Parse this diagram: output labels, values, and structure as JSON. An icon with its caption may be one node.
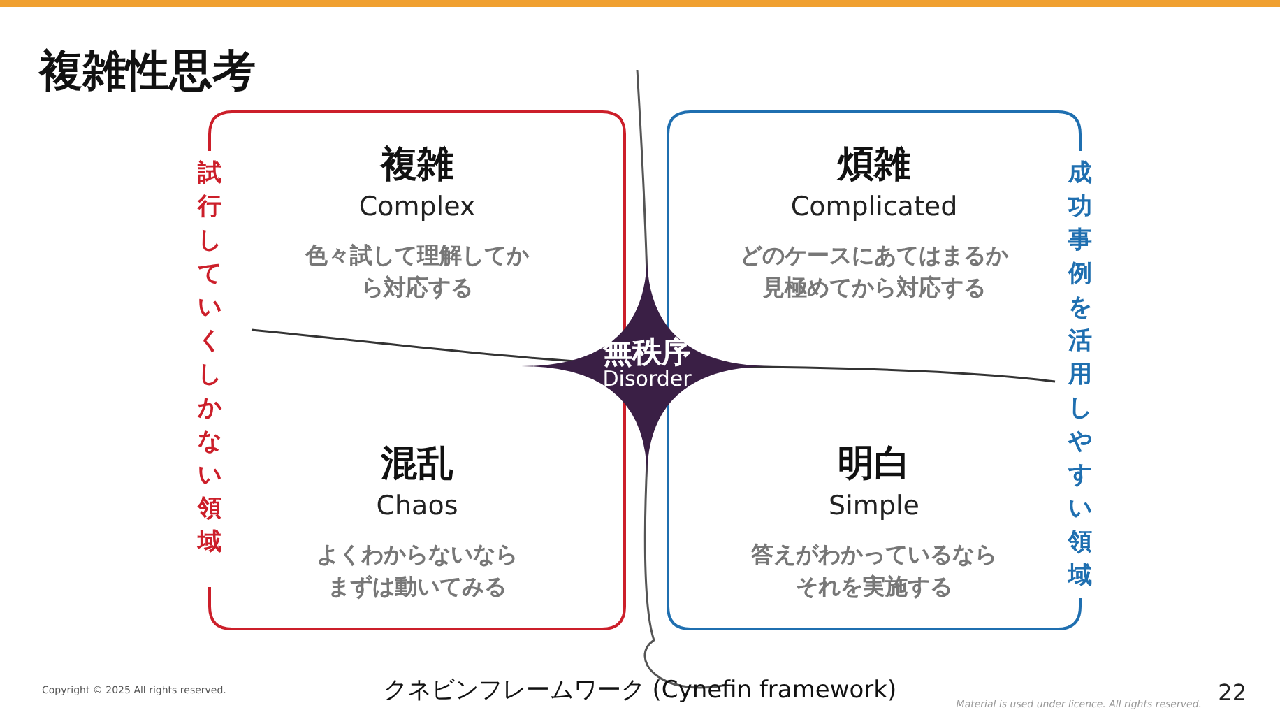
{
  "diagram": {
    "title": "複雑性思考",
    "caption": "クネビンフレームワーク (Cynefin framework)",
    "nodes": [
      {
        "text": [
          "試行していくしかない領域"
        ]
      },
      {
        "text": [
          "複雑",
          "Complex",
          "色々試して理解してから対応する"
        ],
        "in": 0
      },
      {
        "text": [
          "混乱",
          "Chaos",
          "よくわからないならまずは動いてみる"
        ],
        "in": 0
      },
      {
        "text": [
          "成功事例を活用しやすい領域"
        ]
      },
      {
        "text": [
          "煩雑",
          "Complicated",
          "どのケースにあてはまるか見極めてから対応する"
        ],
        "in": 3
      },
      {
        "text": [
          "明白",
          "Simple",
          "答えがわかっているならそれを実施する"
        ],
        "in": 3
      },
      {
        "text": [
          "無秩序",
          "Disorder"
        ]
      }
    ],
    "edges": [],
    "labels": [
      "Copyright © 2025 All rights reserved.",
      "22",
      "Material is used under licence. All rights reserved."
    ]
  }
}
